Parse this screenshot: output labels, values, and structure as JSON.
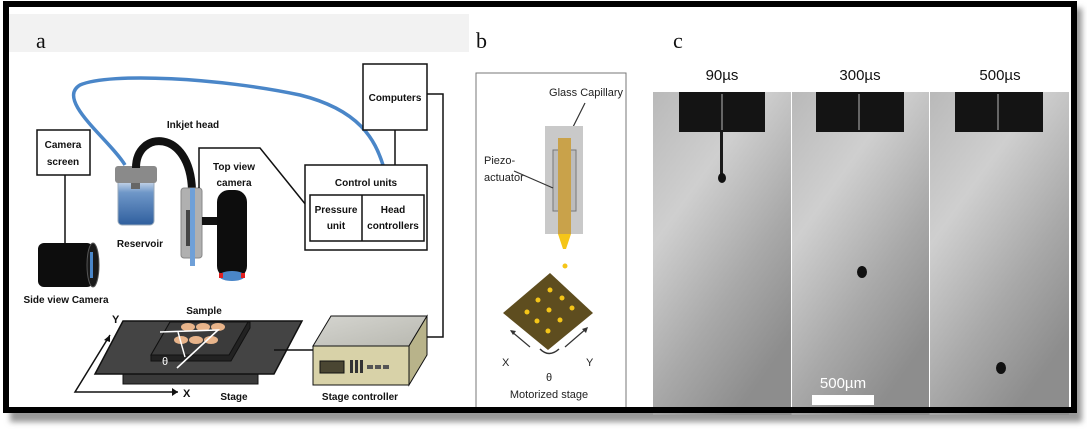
{
  "figure": {
    "panels": {
      "a": {
        "letter": "a",
        "labels": {
          "camera_screen_line1": "Camera",
          "camera_screen_line2": "screen",
          "inkjet_head": "Inkjet head",
          "top_view_camera_line1": "Top view",
          "top_view_camera_line2": "camera",
          "reservoir": "Reservoir",
          "side_view_camera": "Side view Camera",
          "computers": "Computers",
          "control_units": "Control units",
          "pressure_unit_line1": "Pressure",
          "pressure_unit_line2": "unit",
          "head_controllers_line1": "Head",
          "head_controllers_line2": "controllers",
          "sample": "Sample",
          "stage": "Stage",
          "stage_controller": "Stage controller",
          "axis_x": "X",
          "axis_y": "Y",
          "theta": "θ"
        }
      },
      "b": {
        "letter": "b",
        "labels": {
          "glass_capillary": "Glass Capillary",
          "piezo_line1": "Piezo-",
          "piezo_line2": "actuator",
          "axis_x": "X",
          "axis_y": "Y",
          "theta": "θ",
          "motorized_stage": "Motorized stage"
        }
      },
      "c": {
        "letter": "c",
        "frames": [
          {
            "time": "90µs"
          },
          {
            "time": "300µs"
          },
          {
            "time": "500µs"
          }
        ],
        "scale_bar": "500µm"
      }
    },
    "colors": {
      "tube_blue": "#4a86c8",
      "liquid_blue": "#3d6aa6",
      "capillary_gold": "#c9a24a",
      "stage_brown": "#5e4d1f",
      "dot_yellow": "#f5c518",
      "controller_beige": "#d8d2a8"
    }
  }
}
